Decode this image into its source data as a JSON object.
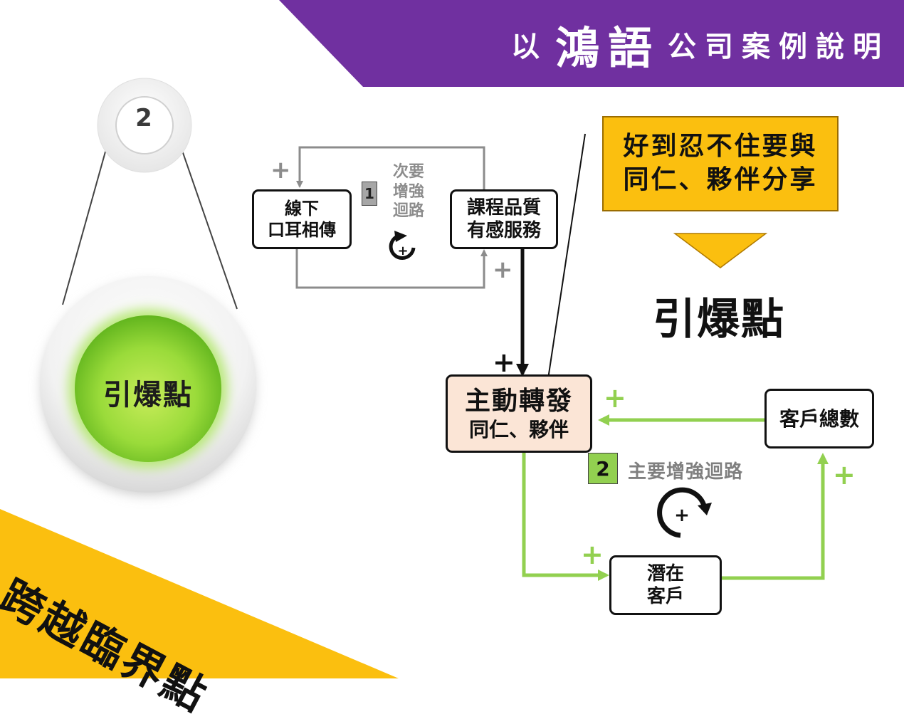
{
  "header": {
    "title_prefix": "以",
    "title_brand": "鴻語",
    "title_suffix": "公司案例說明"
  },
  "step": {
    "number": "2",
    "label": "引爆點"
  },
  "corner_title": "跨越臨界點",
  "note": {
    "line1": "好到忍不住要與",
    "line2": "同仁、夥伴分享"
  },
  "tipping_heading": "引爆點",
  "diagram": {
    "nodes": {
      "word_of_mouth": [
        "線下",
        "口耳相傳"
      ],
      "quality": [
        "課程品質",
        "有感服務"
      ],
      "forward": [
        "主動轉發",
        "同仁、夥伴"
      ],
      "customers": [
        "客戶總數"
      ],
      "potential": [
        "潛在",
        "客戶"
      ]
    },
    "secondary_loop": {
      "number": "1",
      "label": [
        "次要",
        "增強",
        "迴路"
      ],
      "polarity": "+"
    },
    "primary_loop": {
      "number": "2",
      "label": "主要增強迴路",
      "polarity": "+"
    },
    "link_polarity": "+"
  },
  "colors": {
    "banner_purple": "#7030a0",
    "corner_yellow": "#fbbf0f",
    "green_loop": "#92d050",
    "gray_loop": "#8c8c8c",
    "forward_fill": "#fbe5d6"
  }
}
